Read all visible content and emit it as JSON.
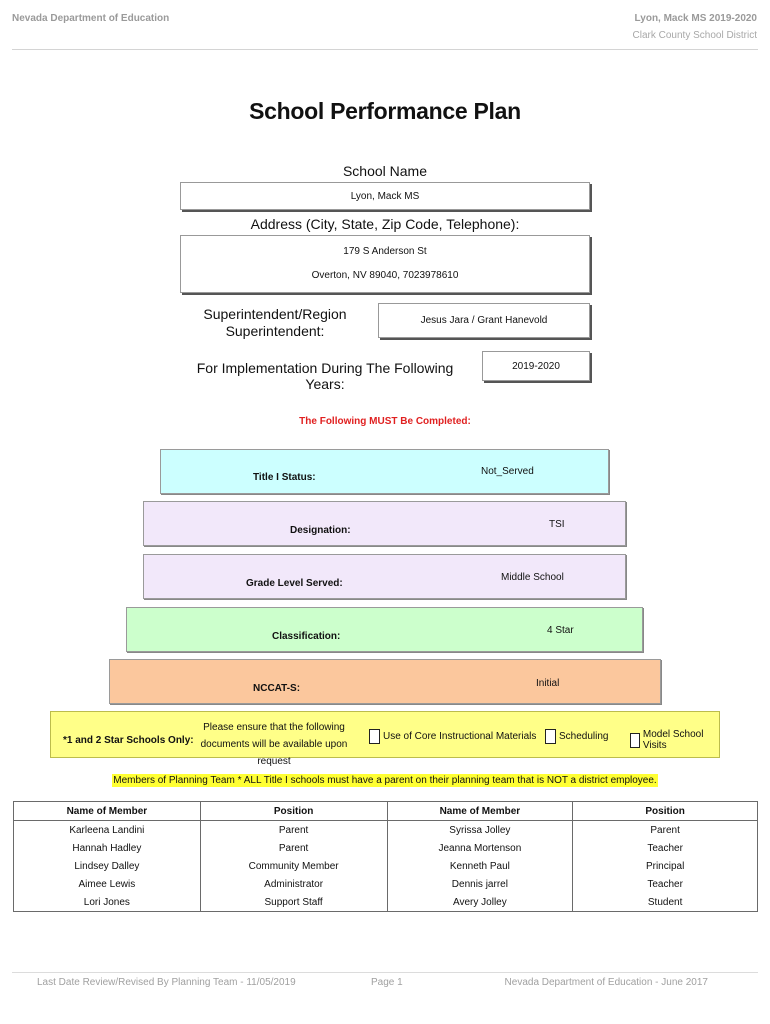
{
  "header": {
    "org": "Nevada Department of Education",
    "school_year": "Lyon, Mack MS  2019-2020",
    "district": "Clark County School District"
  },
  "title": "School Performance Plan",
  "school": {
    "name_label": "School Name",
    "name": "Lyon, Mack MS",
    "address_label": "Address (City, State, Zip Code, Telephone):",
    "address_line1": "179 S Anderson St",
    "address_line2": "Overton, NV  89040, 7023978610",
    "superintendent_label_1": "Superintendent/Region",
    "superintendent_label_2": "Superintendent:",
    "superintendent": "Jesus Jara / Grant Hanevold",
    "years_label": "For Implementation During The Following Years:",
    "years": "2019-2020"
  },
  "required_note": "The Following MUST Be Completed:",
  "status": {
    "title1_label": "Title I Status:",
    "title1_value": "Not_Served",
    "designation_label": "Designation:",
    "designation_value": "TSI",
    "grade_label": "Grade Level Served:",
    "grade_value": "Middle School",
    "classification_label": "Classification:",
    "classification_value": "4 Star",
    "nccat_label": "NCCAT-S:",
    "nccat_value": "Initial"
  },
  "star_schools": {
    "label": "*1 and 2 Star Schools Only:",
    "note": "Please ensure that the following documents will be available upon request",
    "checks": [
      "Use of Core Instructional Materials",
      "Scheduling",
      "Model School Visits"
    ]
  },
  "members_note": "Members of Planning Team * ALL Title I schools must have a parent on their planning team that is NOT a district employee.",
  "members_table": {
    "headers": [
      "Name of Member",
      "Position",
      "Name of Member",
      "Position"
    ],
    "rows": [
      [
        "Karleena Landini",
        "Parent",
        "Syrissa Jolley",
        "Parent"
      ],
      [
        "Hannah Hadley",
        "Parent",
        "Jeanna Mortenson",
        "Teacher"
      ],
      [
        "Lindsey Dalley",
        "Community Member",
        "Kenneth Paul",
        "Principal"
      ],
      [
        "Aimee Lewis",
        "Administrator",
        "Dennis jarrel",
        "Teacher"
      ],
      [
        "Lori Jones",
        "Support Staff",
        "Avery Jolley",
        "Student"
      ]
    ]
  },
  "footer": {
    "left": "Last Date Review/Revised By Planning Team - 11/05/2019",
    "center": "Page 1",
    "right": "Nevada Department of Education - June 2017"
  },
  "colors": {
    "title1_bg": "#ccffff",
    "designation_bg": "#f2e8fa",
    "grade_bg": "#f2e8fa",
    "classification_bg": "#ccffcc",
    "nccat_bg": "#fbc79d",
    "star_bg": "#ffff88",
    "required_text": "#e02020"
  }
}
